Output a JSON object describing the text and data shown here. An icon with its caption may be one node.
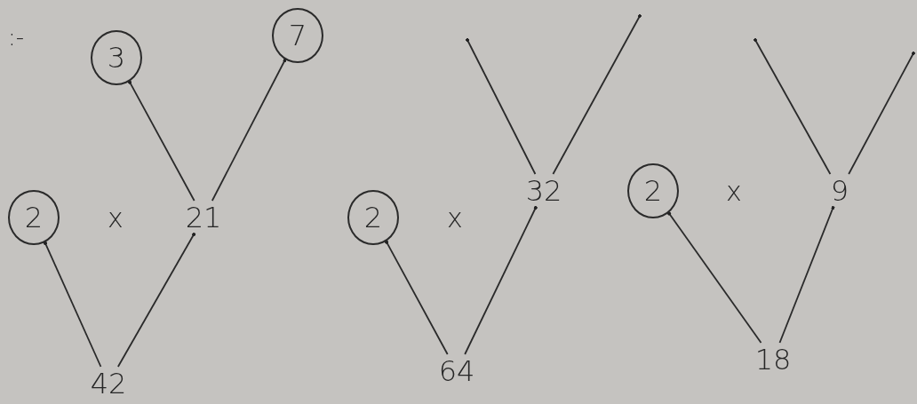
{
  "diagram": {
    "nodes": [
      {
        "text": [
          "3"
        ]
      },
      {
        "text": [
          "7"
        ]
      },
      {
        "text": [
          "2"
        ]
      },
      {
        "text": [
          "21"
        ]
      },
      {
        "text": [
          "42"
        ]
      },
      {
        "text": [
          "2"
        ]
      },
      {
        "text": [
          "32"
        ]
      },
      {
        "text": [
          "64"
        ]
      },
      {
        "text": [
          "2"
        ]
      },
      {
        "text": [
          "9"
        ]
      },
      {
        "text": [
          "18"
        ]
      }
    ],
    "edges": [
      {
        "from": 4,
        "to": 2,
        "arrow": "other"
      },
      {
        "from": 4,
        "to": 3,
        "arrow": "other"
      },
      {
        "from": 3,
        "to": 0,
        "arrow": "other"
      },
      {
        "from": 3,
        "to": 1,
        "arrow": "other"
      },
      {
        "from": 7,
        "to": 5,
        "arrow": "other"
      },
      {
        "from": 7,
        "to": 6,
        "arrow": "other"
      },
      {
        "from": 6,
        "to": null,
        "arrow": "other"
      },
      {
        "from": 6,
        "to": null,
        "arrow": "other"
      },
      {
        "from": 10,
        "to": 8,
        "arrow": "other"
      },
      {
        "from": 10,
        "to": 9,
        "arrow": "other"
      },
      {
        "from": 9,
        "to": null,
        "arrow": "other"
      },
      {
        "from": 9,
        "to": null,
        "arrow": "other"
      }
    ],
    "labels": [
      ":-",
      "x",
      "x",
      "x"
    ]
  }
}
